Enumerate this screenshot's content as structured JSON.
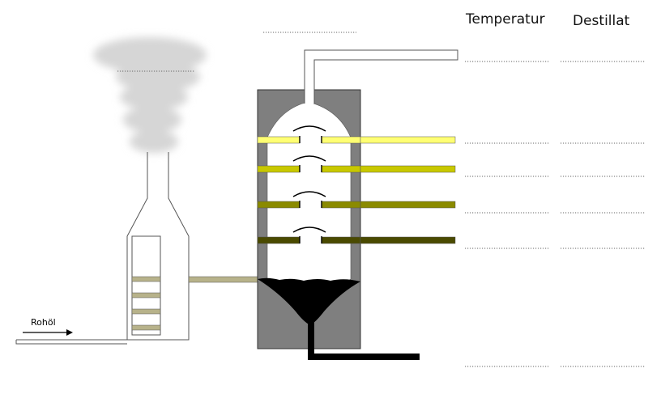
{
  "headers": {
    "temperature": "Temperatur",
    "distillate": "Destillat"
  },
  "labels": {
    "crude_oil": "Rohöl"
  },
  "colors": {
    "column_gray": "#7f7f7f",
    "fraction_1": "#ffff73",
    "fraction_2": "#c8c800",
    "fraction_3": "#8a8a00",
    "fraction_4": "#4a4a00",
    "feed_pipe": "#b7b28a",
    "residue": "#000000",
    "smoke": "#d6d6d6"
  },
  "fractions": [
    {
      "id": "f1",
      "color_key": "fraction_1"
    },
    {
      "id": "f2",
      "color_key": "fraction_2"
    },
    {
      "id": "f3",
      "color_key": "fraction_3"
    },
    {
      "id": "f4",
      "color_key": "fraction_4"
    }
  ]
}
